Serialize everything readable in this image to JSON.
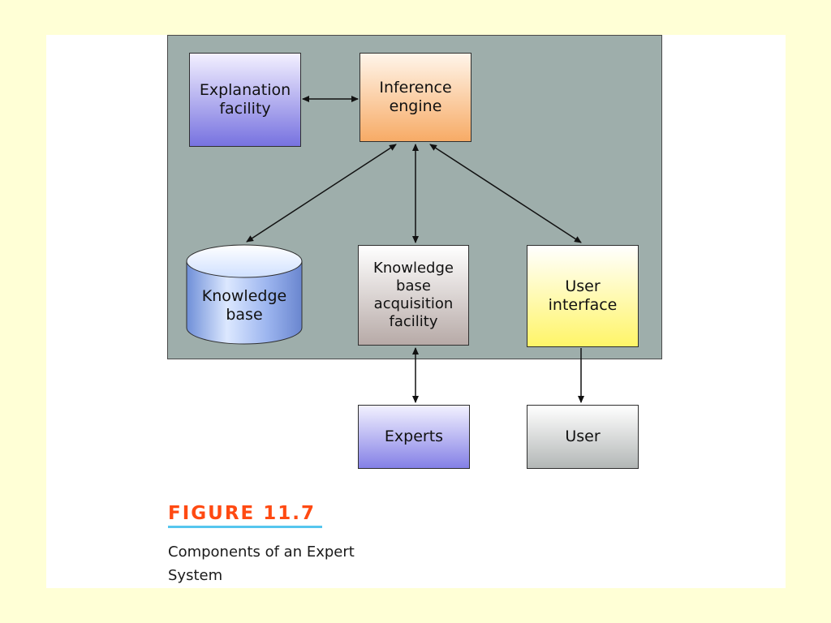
{
  "diagram": {
    "nodes": {
      "explanation": "Explanation\nfacility",
      "inference": "Inference\nengine",
      "knowledge_base": "Knowledge\nbase",
      "acquisition": "Knowledge\nbase\nacquisition\nfacility",
      "user_interface": "User\ninterface",
      "experts": "Experts",
      "user": "User"
    }
  },
  "figure": {
    "label": "FIGURE 11.7",
    "caption": "Components of an Expert\nSystem"
  },
  "colors": {
    "page_background": "#ffffd6",
    "system_background": "#9eaeab",
    "figure_label": "#ff4a12",
    "figure_rule": "#56c6ee"
  }
}
